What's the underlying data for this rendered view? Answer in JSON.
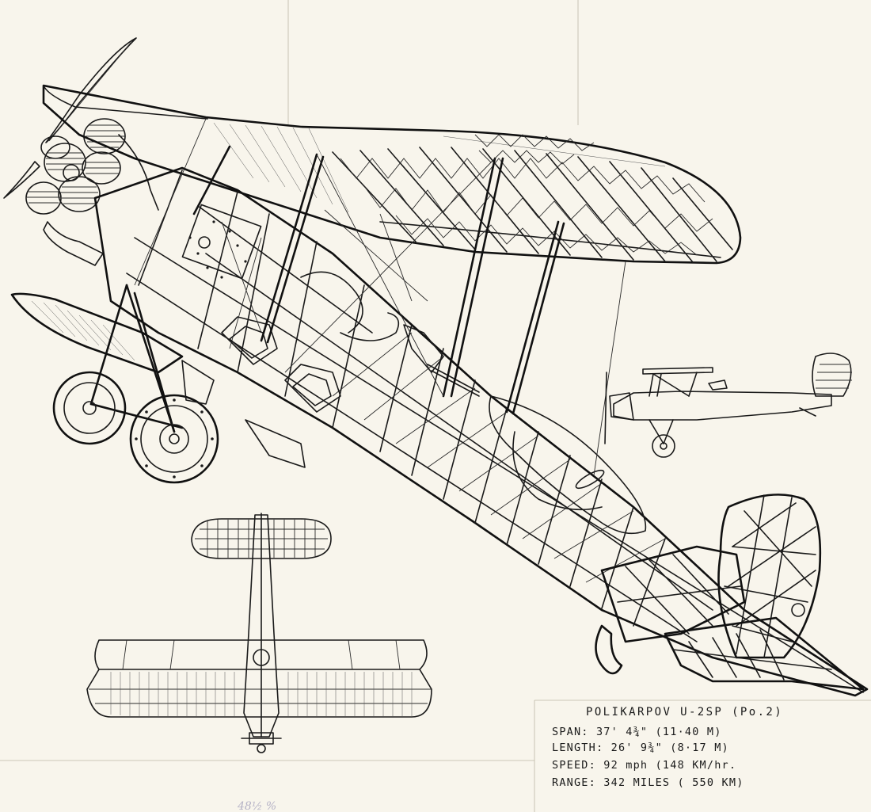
{
  "spec_block": {
    "title": "POLIKARPOV  U-2SP (Po.2)",
    "lines": [
      "SPAN:  37' 4¾\" (11·40 M)",
      "LENGTH: 26' 9¾\" (8·17 M)",
      "SPEED:  92 mph  (148 KM/hr.",
      "RANGE:  342 MILES ( 550 KM)"
    ]
  },
  "pencil_note": "48½ %"
}
